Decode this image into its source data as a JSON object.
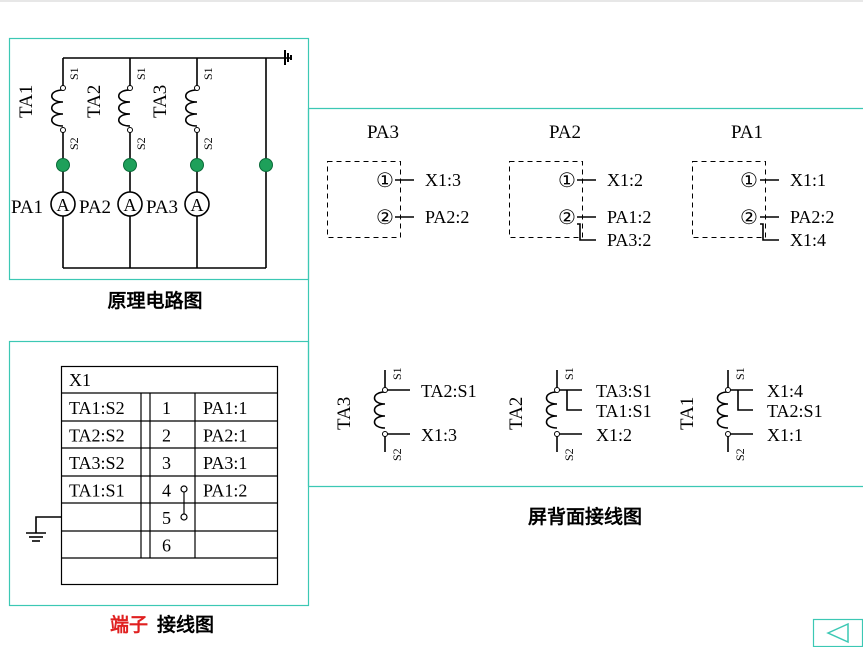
{
  "colors": {
    "frame": "#3cc8b4",
    "node": "#1ea05a",
    "accent": "#e02020",
    "line": "#000000"
  },
  "schematic": {
    "ct_labels": [
      "TA1",
      "TA2",
      "TA3"
    ],
    "s1": "S1",
    "s2": "S2",
    "meter_symbol": "A",
    "meter_labels": [
      "PA1",
      "PA2",
      "PA3"
    ],
    "caption": "原理电路图"
  },
  "meters_back": {
    "units": [
      {
        "name": "PA3",
        "t1": "X1:3",
        "t2": "PA2:2",
        "t2b": ""
      },
      {
        "name": "PA2",
        "t1": "X1:2",
        "t2": "PA1:2",
        "t2b": "PA3:2"
      },
      {
        "name": "PA1",
        "t1": "X1:1",
        "t2": "PA2:2",
        "t2b": "X1:4"
      }
    ],
    "terminal_1": "①",
    "terminal_2": "②"
  },
  "ct_back": {
    "units": [
      {
        "name": "TA3",
        "s1": "S1",
        "s2": "S2",
        "top": "TA2:S1",
        "top2": "",
        "bottom": "X1:3"
      },
      {
        "name": "TA2",
        "s1": "S1",
        "s2": "S2",
        "top": "TA3:S1",
        "top2": "TA1:S1",
        "bottom": "X1:2"
      },
      {
        "name": "TA1",
        "s1": "S1",
        "s2": "S2",
        "top": "X1:4",
        "top2": "TA2:S1",
        "bottom": "X1:1"
      }
    ],
    "caption": "屏背面接线图"
  },
  "terminal_block": {
    "title": "X1",
    "rows": [
      {
        "left": "TA1:S2",
        "num": "1",
        "right": "PA1:1"
      },
      {
        "left": "TA2:S2",
        "num": "2",
        "right": "PA2:1"
      },
      {
        "left": "TA3:S2",
        "num": "3",
        "right": "PA3:1"
      },
      {
        "left": "TA1:S1",
        "num": "4",
        "right": "PA1:2"
      },
      {
        "left": "",
        "num": "5",
        "right": ""
      },
      {
        "left": "",
        "num": "6",
        "right": ""
      }
    ],
    "caption_red": "端子",
    "caption_rest": "接线图"
  },
  "nav": {
    "back_icon": "triangle-left-icon"
  }
}
